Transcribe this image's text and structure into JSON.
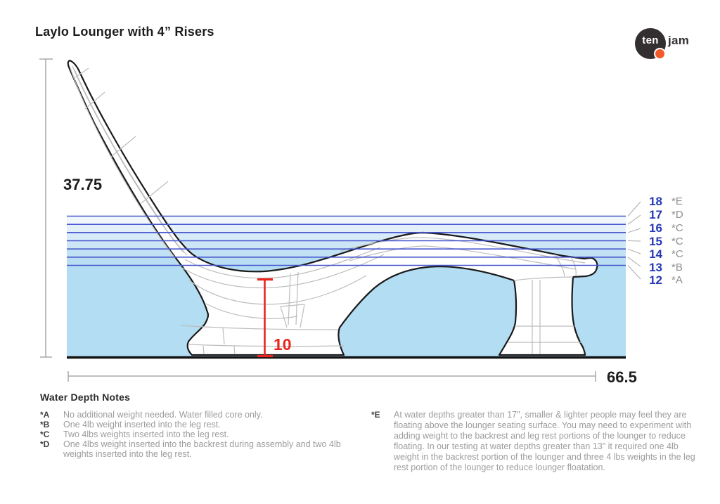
{
  "header": {
    "title": "Laylo Lounger with 4” Risers",
    "logo": {
      "circle_text": "ten",
      "suffix_text": "jam"
    }
  },
  "dimensions": {
    "overall_height": "37.75",
    "overall_length": "66.5",
    "riser_height": "10"
  },
  "water_depths": [
    {
      "depth": "18",
      "note_ref": "*E"
    },
    {
      "depth": "17",
      "note_ref": "*D"
    },
    {
      "depth": "16",
      "note_ref": "*C"
    },
    {
      "depth": "15",
      "note_ref": "*C"
    },
    {
      "depth": "14",
      "note_ref": "*C"
    },
    {
      "depth": "13",
      "note_ref": "*B"
    },
    {
      "depth": "12",
      "note_ref": "*A"
    }
  ],
  "notes": {
    "heading": "Water Depth Notes",
    "items": [
      {
        "label": "*A",
        "text": "No additional weight needed. Water filled core only."
      },
      {
        "label": "*B",
        "text": "One 4lb weight inserted into the leg rest."
      },
      {
        "label": "*C",
        "text": "Two 4lbs weights inserted into the leg rest."
      },
      {
        "label": "*D",
        "text": "One 4lbs weight inserted into the backrest during assembly and two 4lb weights inserted into the leg rest."
      },
      {
        "label": "*E",
        "text": "At water depths greater than 17\", smaller & lighter people may feel they are floating above the lounger seating surface. You may need to experiment with adding weight to the backrest and leg rest portions of the lounger to reduce floating. In our testing at water depths greater than 13\" it required one 4lb weight in the backrest portion of the lounger and three 4 lbs weights in the leg rest portion of the lounger to reduce lounger floatation."
      }
    ]
  },
  "colors": {
    "depth_number_blue": "#2638b4",
    "water_line_blue": "#4656cd",
    "water_fill": "#b2ddf2",
    "dimension_red": "#e8261f",
    "logo_orange": "#f15a29",
    "logo_dark": "#332e2f"
  }
}
